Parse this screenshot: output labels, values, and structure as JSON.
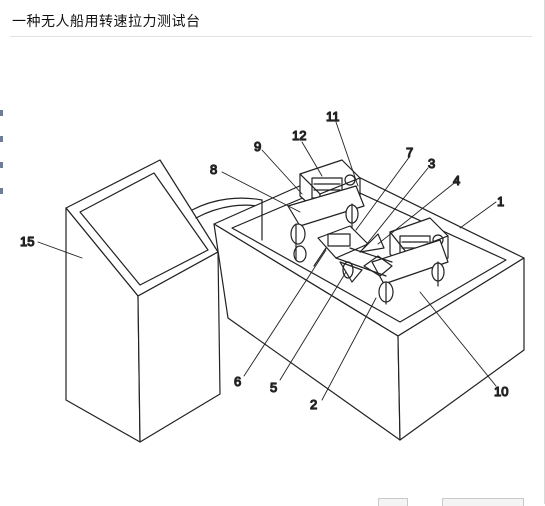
{
  "title": "一种无人船用转速拉力测试台",
  "labels": {
    "l1": "1",
    "l2": "2",
    "l3": "3",
    "l4": "4",
    "l5": "5",
    "l6": "6",
    "l7": "7",
    "l8": "8",
    "l9": "9",
    "l10": "10",
    "l11": "11",
    "l12": "12",
    "l15": "15"
  }
}
